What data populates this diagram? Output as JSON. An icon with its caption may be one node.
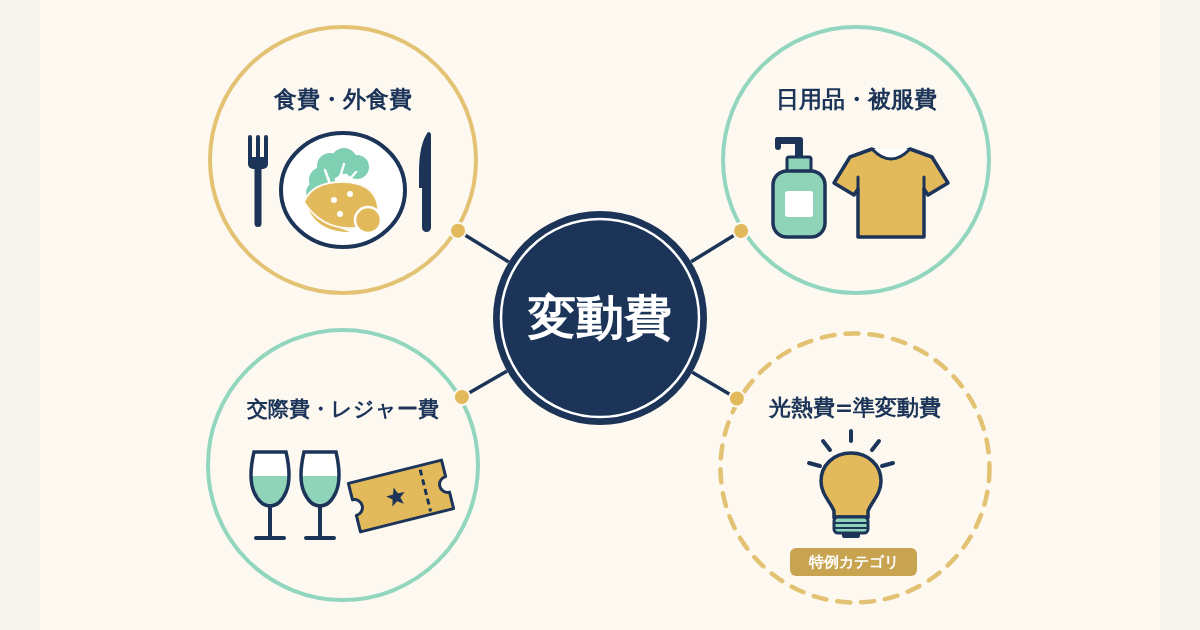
{
  "diagram": {
    "nodes": [
      {
        "text": [
          "変動費"
        ]
      },
      {
        "text": [
          "食費・外食費"
        ]
      },
      {
        "text": [
          "日用品・被服費"
        ]
      },
      {
        "text": [
          "交際費・レジャー費"
        ]
      },
      {
        "text": [
          "光熱費=準変動費"
        ]
      },
      {
        "text": [
          "特例カテゴリ"
        ],
        "in": 4
      }
    ],
    "edges": [
      {
        "from": 0,
        "to": 1,
        "arrow": "other"
      },
      {
        "from": 0,
        "to": 2,
        "arrow": "other"
      },
      {
        "from": 0,
        "to": 3,
        "arrow": "other"
      },
      {
        "from": 0,
        "to": 4,
        "arrow": "other"
      }
    ]
  }
}
